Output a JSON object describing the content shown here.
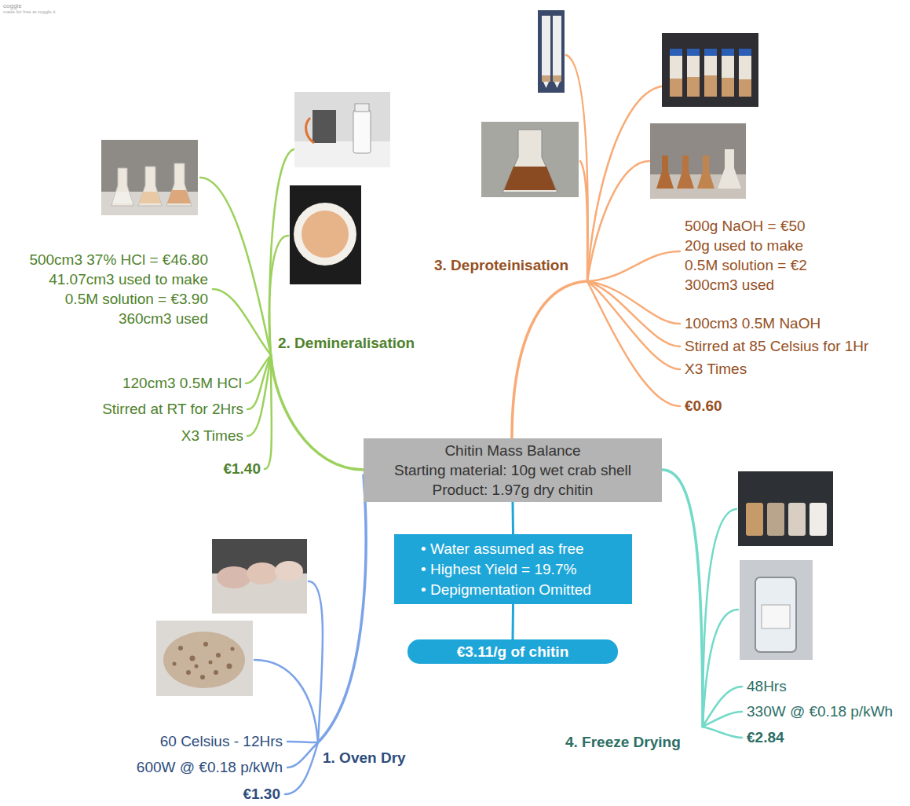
{
  "diagram": {
    "nodes": [
      {
        "text": [
          "Chitin Mass Balance",
          "Starting material: 10g wet crab shell",
          "Product: 1.97g dry chitin"
        ]
      },
      {
        "text": [
          "• Water assumed as free",
          "• Highest Yield = 19.7%",
          "• Depigmentation Omitted"
        ]
      },
      {
        "text": [
          "€3.11/g of chitin"
        ]
      }
    ],
    "edges": [
      {
        "from": 0,
        "to": 1,
        "arrow": "none"
      },
      {
        "from": 1,
        "to": 2,
        "arrow": "none"
      }
    ],
    "labels": [
      "coggle",
      "made for free at coggle.it",
      "2. Demineralisation",
      "500cm3 37% HCl = €46.80 41.07cm3 used to make 0.5M solution = €3.90 360cm3 used",
      "120cm3 0.5M HCl",
      "Stirred at RT for 2Hrs",
      "X3 Times",
      "€1.40",
      "3. Deproteinisation",
      "500g NaOH = €50 20g used to make 0.5M solution = €2 300cm3 used",
      "100cm3 0.5M NaOH",
      "Stirred at 85 Celsius for 1Hr",
      "X3 Times",
      "€0.60",
      "1. Oven Dry",
      "60 Celsius - 12Hrs",
      "600W @ €0.18 p/kWh",
      "€1.30",
      "4. Freeze Drying",
      "48Hrs",
      "330W @ €0.18 p/kWh",
      "€2.84"
    ]
  }
}
